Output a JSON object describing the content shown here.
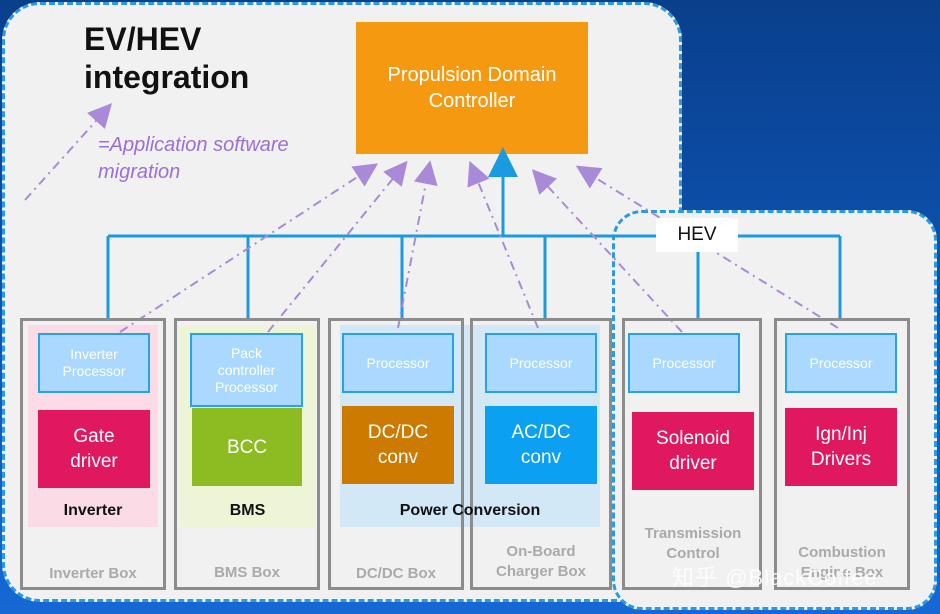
{
  "title": "EV/HEV\nintegration",
  "legend_text": "=Application software migration",
  "controller": "Propulsion Domain Controller",
  "hev_label": "HEV",
  "zones": {
    "inverter": "Inverter",
    "bms": "BMS",
    "power": "Power Conversion"
  },
  "boxes": [
    {
      "box": "Inverter Box",
      "processor": "Inverter Processor",
      "driver": "Gate driver",
      "driver_color": "#e0185f"
    },
    {
      "box": "BMS Box",
      "processor": "Pack controller Processor",
      "driver": "BCC",
      "driver_color": "#8cbb22"
    },
    {
      "box": "DC/DC Box",
      "processor": "Processor",
      "driver": "DC/DC conv",
      "driver_color": "#cc7a00"
    },
    {
      "box": "On-Board Charger Box",
      "processor": "Processor",
      "driver": "AC/DC conv",
      "driver_color": "#0ca0f2"
    },
    {
      "box": "Transmission Control",
      "processor": "Processor",
      "driver": "Solenoid driver",
      "driver_color": "#e0185f"
    },
    {
      "box": "Combustion Engine Box",
      "processor": "Processor",
      "driver": "Ign/Inj Drivers",
      "driver_color": "#e0185f"
    }
  ],
  "watermark": "知乎 @BlackCoffee",
  "colors": {
    "bus": "#1a9be0",
    "arrow_migration": "#a98ad8",
    "controller": "#f59a10"
  }
}
